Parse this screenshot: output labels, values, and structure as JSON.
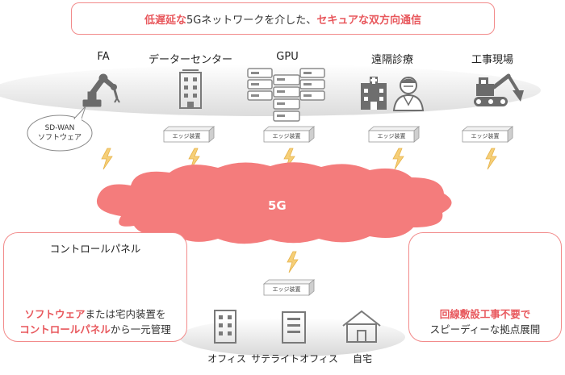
{
  "banner": {
    "part1": "低遅延な",
    "part2": "5Gネットワークを介した、",
    "part3": "セキュアな双方向通信"
  },
  "sites": [
    {
      "label": "FA",
      "icon": "robot-arm-icon"
    },
    {
      "label": "データーセンター",
      "icon": "building-icon"
    },
    {
      "label": "GPU",
      "icon": "server-stack-icon"
    },
    {
      "label": "遠隔診療",
      "icon": "hospital-doctor-icon"
    },
    {
      "label": "工事現場",
      "icon": "excavator-icon"
    }
  ],
  "bubble": {
    "line1": "SD-WAN",
    "line2": "ソフトウェア"
  },
  "edge_device_label": "エッジ装置",
  "cloud": {
    "label": "5G"
  },
  "control_panel": {
    "title": "コントロールパネル",
    "line1_hl": "ソフトウェア",
    "line1_rest": "または宅内装置を",
    "line2_hl": "コントロールパネル",
    "line2_rest": "から一元管理"
  },
  "construction_panel": {
    "line1": "回線敷設工事不要で",
    "line2": "スピーディーな拠点展開"
  },
  "locations": [
    {
      "label": "オフィス",
      "icon": "office-building-icon"
    },
    {
      "label": "サテライトオフィス",
      "icon": "satellite-office-icon"
    },
    {
      "label": "自宅",
      "icon": "house-icon"
    }
  ],
  "colors": {
    "accent": "#e8585d",
    "cloud": "#f47c7c",
    "gray": "#8c8c8c"
  }
}
